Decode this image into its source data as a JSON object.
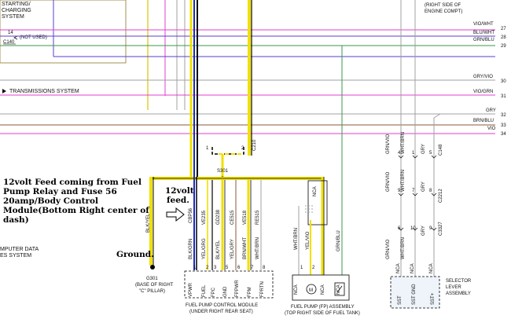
{
  "colors": {
    "pink": "#e040d0",
    "violet": "#5a3fd0",
    "brown": "#8a5a3a",
    "yellow": "#f0e000",
    "dark_yellow": "#d9c400",
    "green": "#3a9a4a",
    "gray": "#a0a0a0",
    "blue": "#1a2cc0",
    "black": "#000000",
    "olive": "#c8c070"
  },
  "left_labels": {
    "starting": "STARTING/",
    "charging": "CHARGING",
    "system": "SYSTEM",
    "c140_pin": "14",
    "not_used": "(NOT USED)",
    "c140": "C140",
    "transmissions": "TRANSMISSIONS SYSTEM",
    "computer_data": "MPUTER DATA",
    "es_system": "ES SYSTEM"
  },
  "right_header": {
    "line1": "(RIGHT SIDE OF",
    "line2": "ENGINE COMPT)"
  },
  "right_wires": [
    {
      "label": "VIO/WHT",
      "num": "27"
    },
    {
      "label": "BLU/WHT",
      "num": "28"
    },
    {
      "label": "GRN/BLU",
      "num": "29"
    },
    {
      "label": "GRY/VIO",
      "num": "30"
    },
    {
      "label": "VIO/GRN",
      "num": "31"
    },
    {
      "label": "GRY",
      "num": "32"
    },
    {
      "label": "BRN/BLU",
      "num": "33"
    },
    {
      "label": "VIO",
      "num": "34"
    }
  ],
  "annotations": {
    "feed_main_1": "12volt Feed coming from Fuel",
    "feed_main_2": "Pump Relay and Fuse 56",
    "feed_main_3": "20amp/Body Control",
    "feed_main_4": "Module(Bottom Right center of",
    "feed_main_5": "dash)",
    "feed_short_1": "12volt",
    "feed_short_2": "feed.",
    "ground": "Ground."
  },
  "splice": {
    "name": "S301",
    "c210": "C210",
    "pin1": "1",
    "pin2": "2"
  },
  "ground_block": {
    "wire": "BLK/YEL",
    "g301": "G301",
    "base1": "(BASE OF RIGHT",
    "base2": "\"C\" PILLAR)"
  },
  "module_wires": [
    {
      "circuit": "CBP56",
      "color": "BLK/GRN",
      "pin": "1",
      "label": "VPWR"
    },
    {
      "circuit": "VE235",
      "color": "YEL/GRG",
      "pin": "2",
      "label": "FUEL"
    },
    {
      "circuit": "GD238",
      "color": "BLK/YEL",
      "pin": "3",
      "label": "FPC"
    },
    {
      "circuit": "CE515",
      "color": "YEL/GRY",
      "pin": "5",
      "label": "GND"
    },
    {
      "circuit": "",
      "color": "",
      "pin": "6",
      "label": "FPPWR"
    },
    {
      "circuit": "VE518",
      "color": "BRN/WHT",
      "pin": "7",
      "label": "FPM"
    },
    {
      "circuit": "RE515",
      "color": "WHT/BRN",
      "pin": "8",
      "label": "FPRTN"
    }
  ],
  "module": {
    "name": "FUEL PUMP CONTROL MODULE",
    "loc": "(UNDER RIGHT REAR SEAT)"
  },
  "pump_assy": {
    "name": "FUEL PUMP (FP) ASSEMBLY",
    "loc": "(TOP RIGHT SIDE OF FUEL TANK)",
    "nca": "NCA",
    "wire1": "WHT/BRN",
    "wire2": "YEL/VIO",
    "wire3": "GRN/BLU",
    "pin1": "1",
    "pin2": "2",
    "motor": "M"
  },
  "selector": {
    "name1": "SELECTOR",
    "name2": "LEVER",
    "name3": "ASSEMBLY",
    "c148": "C148",
    "c2212": "C2212",
    "c3327": "C3327",
    "cols": [
      {
        "c1": "GRN/VIO",
        "c2": "GRN/VIO",
        "c3": "GRN/VIO",
        "n1": "4",
        "n2": "9",
        "n3": "6",
        "bottom": "SST",
        "nca": "NCA"
      },
      {
        "c1": "WHT/BRN",
        "c2": "WHT/BRN",
        "c3": "WHT/BRN",
        "n1": "1",
        "n2": "7",
        "n3": "10",
        "bottom": "SST GND",
        "nca": "NCA"
      },
      {
        "c1": "GRY",
        "c2": "GRY",
        "c3": "GRY",
        "n1": "5",
        "n2": "8",
        "n3": "9",
        "bottom": "SST+",
        "nca": "NCA"
      }
    ]
  }
}
